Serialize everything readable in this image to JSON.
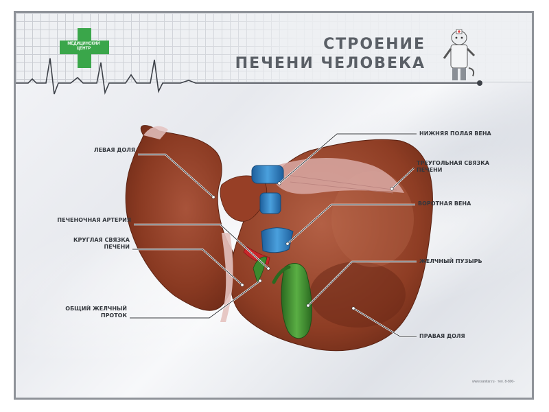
{
  "title": {
    "line1": "СТРОЕНИЕ",
    "line2": "ПЕЧЕНИ ЧЕЛОВЕКА"
  },
  "logo": {
    "line1": "МЕДИЦИНСКИЙ",
    "line2": "ЦЕНТР",
    "color": "#3aa64a"
  },
  "labels": {
    "left_lobe": "ЛЕВАЯ ДОЛЯ",
    "hepatic_artery": "ПЕЧЕНОЧНАЯ АРТЕРИЯ",
    "round_ligament_1": "КРУГЛАЯ СВЯЗКА",
    "round_ligament_2": "ПЕЧЕНИ",
    "common_bile_duct_1": "ОБЩИЙ ЖЕЛЧНЫЙ",
    "common_bile_duct_2": "ПРОТОК",
    "ivc": "НИЖНЯЯ ПОЛАЯ ВЕНА",
    "triangular_ligament_1": "ТРЕУГОЛЬНАЯ СВЯЗКА",
    "triangular_ligament_2": "ПЕЧЕНИ",
    "portal_vein": "ВОРОТНАЯ ВЕНА",
    "gallbladder": "ЖЕЛЧНЫЙ ПУЗЫРЬ",
    "right_lobe": "ПРАВАЯ ДОЛЯ"
  },
  "footer": "www.sanitar.ru · тел. 8-800-",
  "colors": {
    "liver": "#8a3a22",
    "liver_light": "#a8533a",
    "vein_blue": "#2f7fc1",
    "artery_red": "#c8262a",
    "gallbladder_green": "#3c8a2e",
    "ligament": "#d9b3b0"
  }
}
